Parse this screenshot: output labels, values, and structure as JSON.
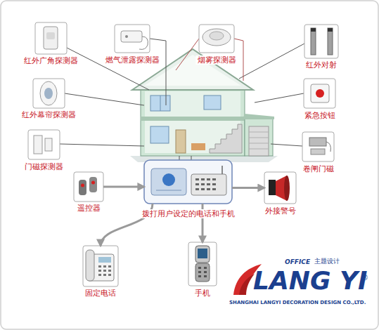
{
  "diagram": {
    "nodes": [
      {
        "text": [
          "红外广角探测器"
        ]
      },
      {
        "text": [
          "燃气泄露探测器"
        ]
      },
      {
        "text": [
          "烟雾探测器"
        ]
      },
      {
        "text": [
          "红外对射"
        ]
      },
      {
        "text": [
          "红外幕帘探测器"
        ]
      },
      {
        "text": [
          "紧急按钮"
        ]
      },
      {
        "text": [
          "门磁探测器"
        ]
      },
      {
        "text": [
          "卷闸门磁"
        ]
      },
      {
        "text": [
          "遥控器"
        ]
      },
      {
        "text": [
          "拨打用户设定的电话和手机"
        ]
      },
      {
        "text": [
          "外接警号"
        ]
      },
      {
        "text": [
          "固定电话"
        ]
      },
      {
        "text": [
          "手机"
        ]
      }
    ],
    "edges": [
      {
        "from": 8,
        "to": 9,
        "arrow": "to"
      },
      {
        "from": 9,
        "to": 10,
        "arrow": "to"
      },
      {
        "from": 9,
        "to": 11,
        "arrow": "to"
      },
      {
        "from": 9,
        "to": 12,
        "arrow": "to"
      }
    ],
    "labels": [
      "OFFICE",
      "主题设计",
      "LANG YI",
      "®",
      "SHANGHAI LANGYI DECORATION DESIGN CO.,LTD."
    ]
  }
}
